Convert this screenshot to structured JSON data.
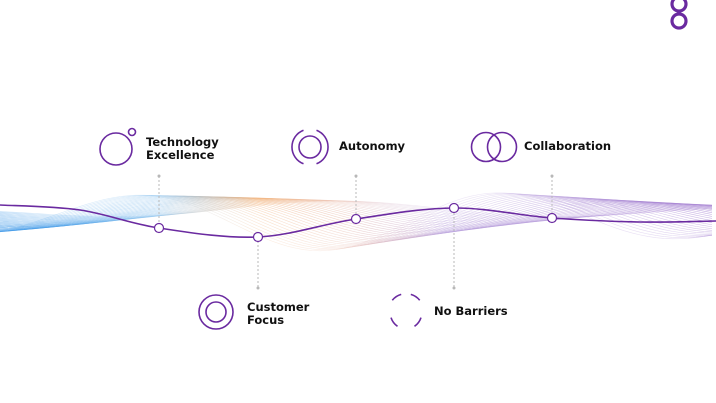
{
  "values": [
    {
      "id": "technology-excellence",
      "label_line1": "Technology",
      "label_line2": "Excellence"
    },
    {
      "id": "autonomy",
      "label_line1": "Autonomy",
      "label_line2": ""
    },
    {
      "id": "collaboration",
      "label_line1": "Collaboration",
      "label_line2": ""
    },
    {
      "id": "customer-focus",
      "label_line1": "Customer",
      "label_line2": "Focus"
    },
    {
      "id": "no-barriers",
      "label_line1": "No Barriers",
      "label_line2": ""
    }
  ],
  "colors": {
    "accent": "#6a2aa0",
    "wave_blue": "#3fa0e8",
    "wave_orange": "#f0a060",
    "wave_purple": "#9a70c8",
    "connector": "#b8b8b8",
    "text": "#111111"
  },
  "icons": {
    "brand_logo": "stacked-rings-logo-icon",
    "technology_excellence": "circle-with-satellite-icon",
    "autonomy": "circle-in-brackets-icon",
    "collaboration": "overlapping-circles-icon",
    "customer_focus": "concentric-circles-icon",
    "no_barriers": "broken-circle-icon"
  }
}
